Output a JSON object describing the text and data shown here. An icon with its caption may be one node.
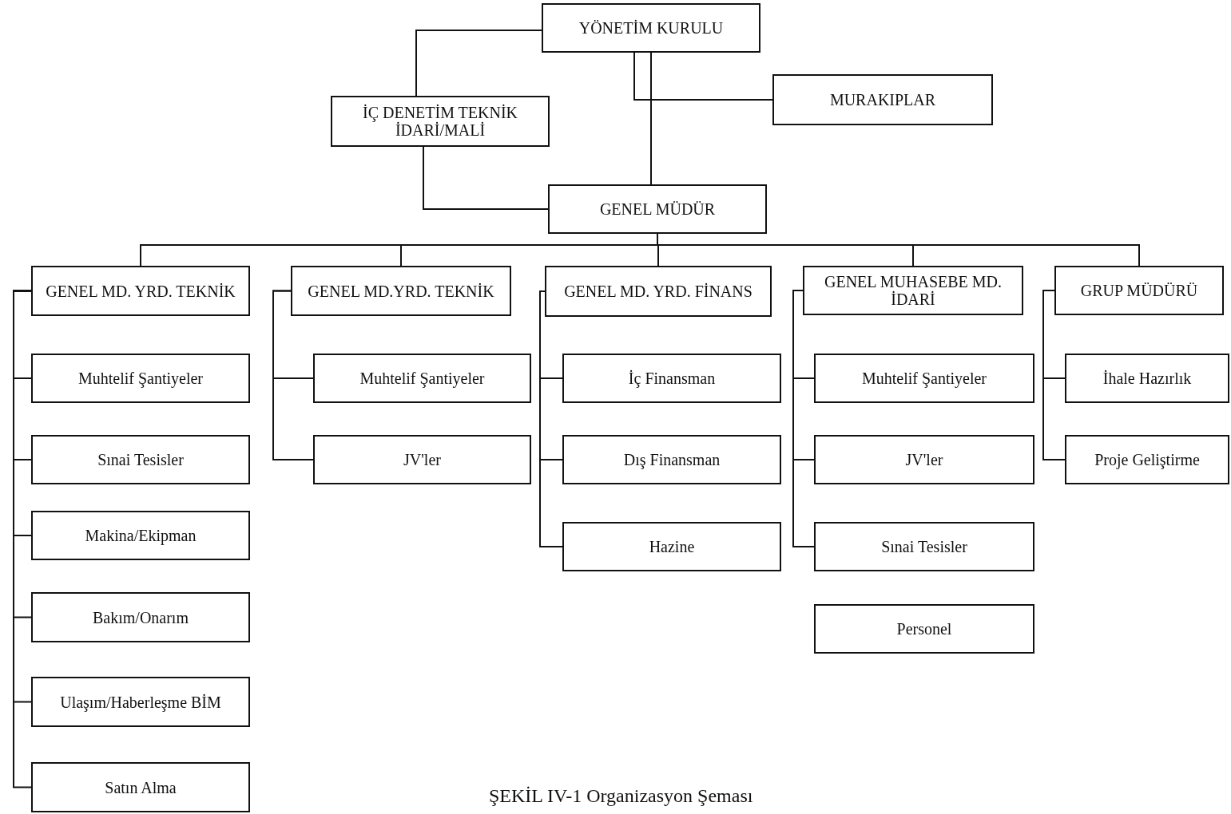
{
  "diagram": {
    "nodes": [
      {
        "text": [
          "YÖNETİM KURULU"
        ]
      },
      {
        "text": [
          "İÇ DENETİM TEKNİK İDARİ/MALİ"
        ]
      },
      {
        "text": [
          "MURAKIPLAR"
        ]
      },
      {
        "text": [
          "GENEL MÜDÜR"
        ]
      },
      {
        "text": [
          "GENEL MD. YRD. TEKNİK"
        ]
      },
      {
        "text": [
          "Muhtelif Şantiyeler"
        ]
      },
      {
        "text": [
          "Sınai Tesisler"
        ]
      },
      {
        "text": [
          "Makina/Ekipman"
        ]
      },
      {
        "text": [
          "Bakım/Onarım"
        ]
      },
      {
        "text": [
          "Ulaşım/Haberleşme BİM"
        ]
      },
      {
        "text": [
          "Satın Alma"
        ]
      },
      {
        "text": [
          "GENEL MD.YRD. TEKNİK"
        ]
      },
      {
        "text": [
          "Muhtelif Şantiyeler"
        ]
      },
      {
        "text": [
          "JV'ler"
        ]
      },
      {
        "text": [
          "GENEL MD. YRD. FİNANS"
        ]
      },
      {
        "text": [
          "İç Finansman"
        ]
      },
      {
        "text": [
          "Dış Finansman"
        ]
      },
      {
        "text": [
          "Hazine"
        ]
      },
      {
        "text": [
          "GENEL MUHASEBE MD. İDARİ"
        ]
      },
      {
        "text": [
          "Muhtelif Şantiyeler"
        ]
      },
      {
        "text": [
          "JV'ler"
        ]
      },
      {
        "text": [
          "Sınai Tesisler"
        ]
      },
      {
        "text": [
          "Personel"
        ]
      },
      {
        "text": [
          "GRUP MÜDÜRÜ"
        ]
      },
      {
        "text": [
          "İhale Hazırlık"
        ]
      },
      {
        "text": [
          "Proje Geliştirme"
        ]
      }
    ],
    "edges": [
      {
        "from": 0,
        "to": 1,
        "arrow": "none"
      },
      {
        "from": 0,
        "to": 2,
        "arrow": "none"
      },
      {
        "from": 0,
        "to": 3,
        "arrow": "none"
      },
      {
        "from": 1,
        "to": 3,
        "arrow": "none"
      },
      {
        "from": 3,
        "to": 4,
        "arrow": "none"
      },
      {
        "from": 3,
        "to": 11,
        "arrow": "none"
      },
      {
        "from": 3,
        "to": 14,
        "arrow": "none"
      },
      {
        "from": 3,
        "to": 18,
        "arrow": "none"
      },
      {
        "from": 3,
        "to": 23,
        "arrow": "none"
      },
      {
        "from": 4,
        "to": 5,
        "arrow": "none"
      },
      {
        "from": 4,
        "to": 6,
        "arrow": "none"
      },
      {
        "from": 4,
        "to": 7,
        "arrow": "none"
      },
      {
        "from": 4,
        "to": 8,
        "arrow": "none"
      },
      {
        "from": 4,
        "to": 9,
        "arrow": "none"
      },
      {
        "from": 4,
        "to": 10,
        "arrow": "none"
      },
      {
        "from": 11,
        "to": 12,
        "arrow": "none"
      },
      {
        "from": 11,
        "to": 13,
        "arrow": "none"
      },
      {
        "from": 14,
        "to": 15,
        "arrow": "none"
      },
      {
        "from": 14,
        "to": 16,
        "arrow": "none"
      },
      {
        "from": 14,
        "to": 17,
        "arrow": "none"
      },
      {
        "from": 18,
        "to": 19,
        "arrow": "none"
      },
      {
        "from": 18,
        "to": 20,
        "arrow": "none"
      },
      {
        "from": 18,
        "to": 21,
        "arrow": "none"
      },
      {
        "from": 23,
        "to": 24,
        "arrow": "none"
      },
      {
        "from": 23,
        "to": 25,
        "arrow": "none"
      }
    ],
    "caption": "ŞEKİL IV-1 Organizasyon Şeması"
  }
}
